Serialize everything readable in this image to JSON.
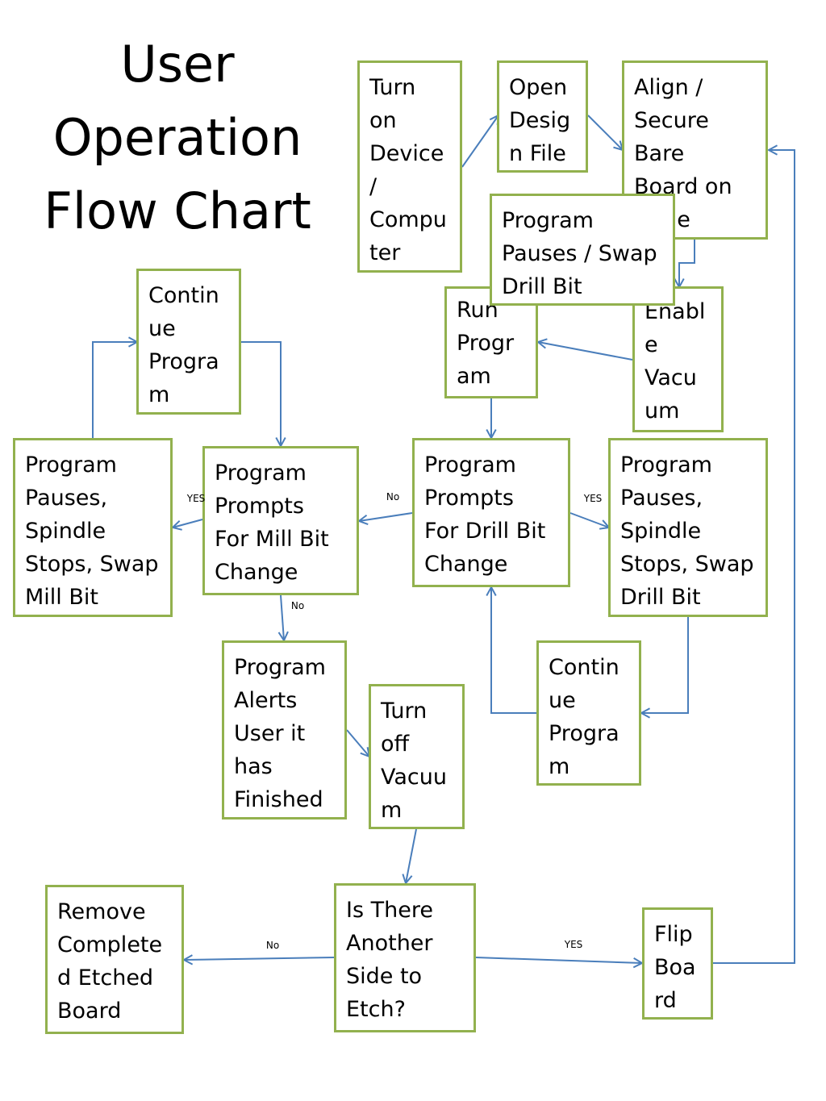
{
  "title": [
    "User",
    "Operation",
    "Flow Chart"
  ],
  "nodes": {
    "turn_on": [
      "Turn",
      "on",
      "Device",
      "/",
      "Compu",
      "ter"
    ],
    "open_design": [
      "Open",
      "Desig",
      "n File"
    ],
    "align": [
      "Align /",
      "Secure",
      "Bare",
      "Board on",
      "Table"
    ],
    "swap_drill_pause": [
      "Program",
      "Pauses / Swap",
      "Drill Bit"
    ],
    "run_program": [
      "Run",
      "Progr",
      "am"
    ],
    "enable_vacuum": [
      "Enabl",
      "e",
      "Vacu",
      "um"
    ],
    "continue_left": [
      "Contin",
      "ue",
      "Progra",
      "m"
    ],
    "pause_mill": [
      "Program",
      "Pauses,",
      "Spindle",
      "Stops, Swap",
      "Mill Bit"
    ],
    "prompt_mill": [
      "Program",
      "Prompts",
      "For Mill Bit",
      "Change"
    ],
    "prompt_drill": [
      "Program",
      "Prompts",
      "For Drill Bit",
      "Change"
    ],
    "pause_drill": [
      "Program",
      "Pauses,",
      "Spindle",
      "Stops, Swap",
      "Drill Bit"
    ],
    "alerts_finished": [
      "Program",
      "Alerts",
      "User it",
      "has",
      "Finished"
    ],
    "turn_off_vacuum": [
      "Turn",
      "off",
      "Vacuu",
      "m"
    ],
    "continue_right": [
      "Contin",
      "ue",
      "Progra",
      "m"
    ],
    "another_side": [
      "Is There",
      "Another",
      "Side to",
      "Etch?"
    ],
    "remove_board": [
      "Remove",
      "Complete",
      "d Etched",
      "Board"
    ],
    "flip_board": [
      "Flip",
      "Boa",
      "rd"
    ]
  },
  "edge_labels": {
    "mill_yes": "YES",
    "drill_no": "No",
    "drill_yes": "YES",
    "mill_no": "No",
    "side_no": "No",
    "side_yes": "YES"
  },
  "colors": {
    "box_border": "#92b14e",
    "arrow": "#4a7ebb"
  }
}
